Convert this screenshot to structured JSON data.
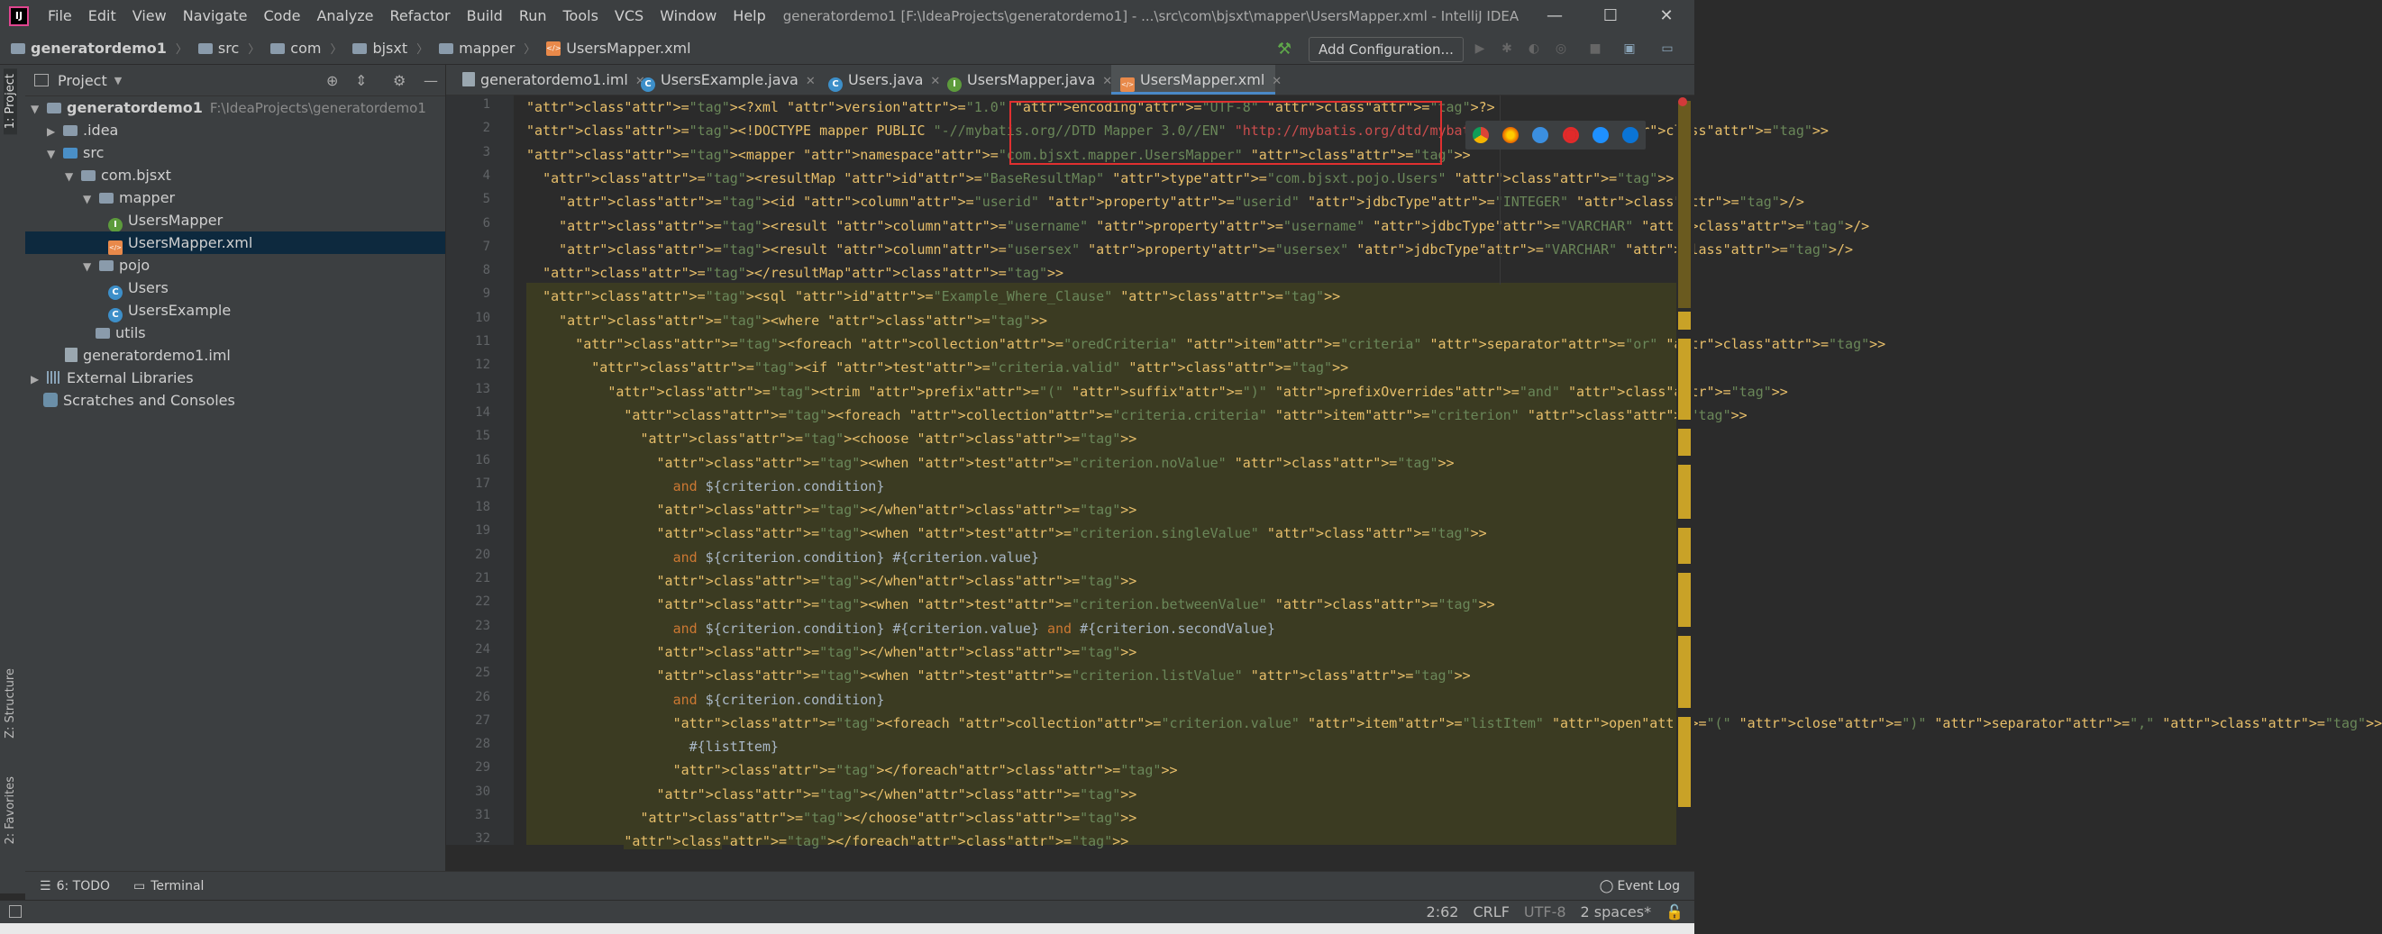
{
  "window": {
    "title": "generatordemo1 [F:\\IdeaProjects\\generatordemo1] - ...\\src\\com\\bjsxt\\mapper\\UsersMapper.xml - IntelliJ IDEA",
    "app_icon": "IJ",
    "minimize": "—",
    "maximize": "☐",
    "close": "✕"
  },
  "menu": [
    "File",
    "Edit",
    "View",
    "Navigate",
    "Code",
    "Analyze",
    "Refactor",
    "Build",
    "Run",
    "Tools",
    "VCS",
    "Window",
    "Help"
  ],
  "breadcrumb": [
    "generatordemo1",
    "src",
    "com",
    "bjsxt",
    "mapper",
    "UsersMapper.xml"
  ],
  "toolbar": {
    "add_configuration": "Add Configuration..."
  },
  "project_panel": {
    "title": "Project",
    "tree": [
      {
        "label": "generatordemo1",
        "path": "F:\\IdeaProjects\\generatordemo1"
      },
      {
        "label": ".idea"
      },
      {
        "label": "src"
      },
      {
        "label": "com.bjsxt"
      },
      {
        "label": "mapper"
      },
      {
        "label": "UsersMapper"
      },
      {
        "label": "UsersMapper.xml"
      },
      {
        "label": "pojo"
      },
      {
        "label": "Users"
      },
      {
        "label": "UsersExample"
      },
      {
        "label": "utils"
      },
      {
        "label": "generatordemo1.iml"
      },
      {
        "label": "External Libraries"
      },
      {
        "label": "Scratches and Consoles"
      }
    ]
  },
  "side_tabs": {
    "project": "1: Project",
    "structure": "Z: Structure",
    "favorites": "2: Favorites"
  },
  "editor_tabs": [
    "generatordemo1.iml",
    "UsersExample.java",
    "Users.java",
    "UsersMapper.java",
    "UsersMapper.xml"
  ],
  "active_tab": "UsersMapper.xml",
  "code_lines": [
    "<?xml version=\"1.0\" encoding=\"UTF-8\" ?>",
    "<!DOCTYPE mapper PUBLIC \"-//mybatis.org//DTD Mapper 3.0//EN\" \"http://mybatis.org/dtd/mybatis-3-mapper.dtd\" >",
    "<mapper namespace=\"com.bjsxt.mapper.UsersMapper\" >",
    "  <resultMap id=\"BaseResultMap\" type=\"com.bjsxt.pojo.Users\" >",
    "    <id column=\"userid\" property=\"userid\" jdbcType=\"INTEGER\" />",
    "    <result column=\"username\" property=\"username\" jdbcType=\"VARCHAR\" />",
    "    <result column=\"usersex\" property=\"usersex\" jdbcType=\"VARCHAR\" />",
    "  </resultMap>",
    "  <sql id=\"Example_Where_Clause\" >",
    "    <where >",
    "      <foreach collection=\"oredCriteria\" item=\"criteria\" separator=\"or\" >",
    "        <if test=\"criteria.valid\" >",
    "          <trim prefix=\"(\" suffix=\")\" prefixOverrides=\"and\" >",
    "            <foreach collection=\"criteria.criteria\" item=\"criterion\" >",
    "              <choose >",
    "                <when test=\"criterion.noValue\" >",
    "                  and ${criterion.condition}",
    "                </when>",
    "                <when test=\"criterion.singleValue\" >",
    "                  and ${criterion.condition} #{criterion.value}",
    "                </when>",
    "                <when test=\"criterion.betweenValue\" >",
    "                  and ${criterion.condition} #{criterion.value} and #{criterion.secondValue}",
    "                </when>",
    "                <when test=\"criterion.listValue\" >",
    "                  and ${criterion.condition}",
    "                  <foreach collection=\"criterion.value\" item=\"listItem\" open=\"(\" close=\")\" separator=\",\" >",
    "                    #{listItem}",
    "                  </foreach>",
    "                </when>",
    "              </choose>",
    "            </foreach>"
  ],
  "bottom_tools": {
    "todo": "6: TODO",
    "terminal": "Terminal",
    "event_log": "Event Log"
  },
  "status": {
    "position": "2:62",
    "line_sep": "CRLF",
    "encoding": "UTF-8",
    "indent": "2 spaces*"
  },
  "colors": {
    "bg": "#2b2b2b",
    "panel": "#3c3f41",
    "selection": "#0d293e",
    "sql_highlight": "#3b3b22",
    "accent": "#4a88c7",
    "redbox": "#e03030"
  }
}
